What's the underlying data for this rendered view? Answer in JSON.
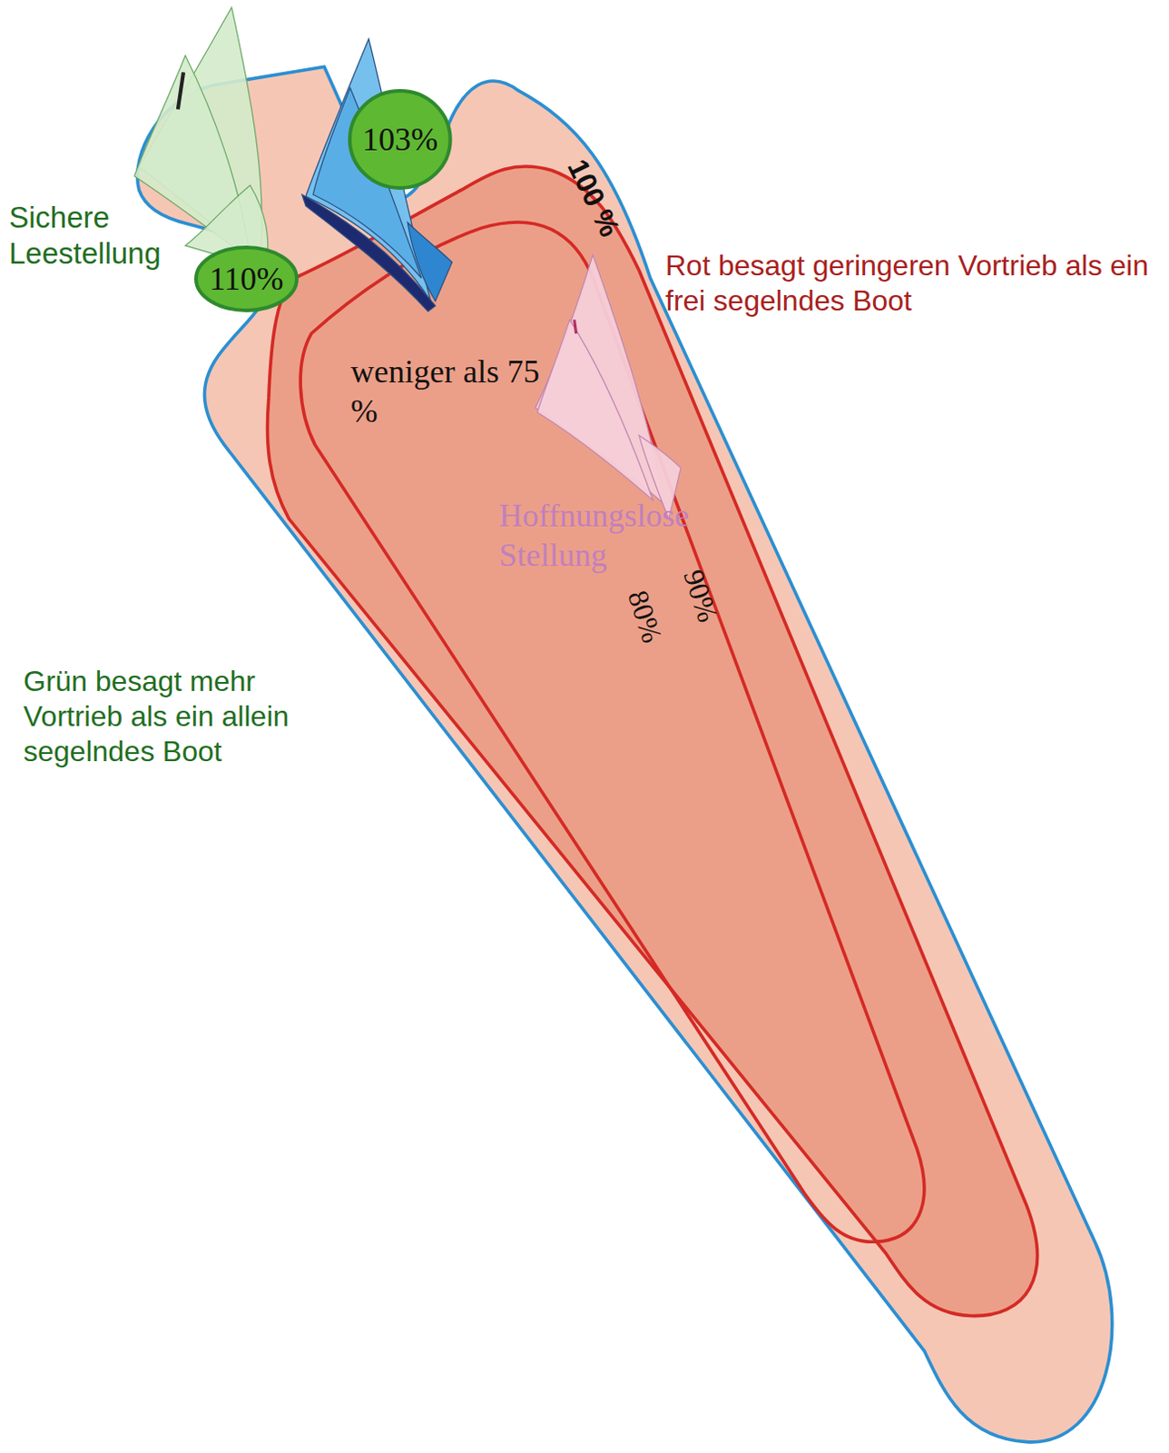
{
  "diagram": {
    "nodes": [
      {
        "text": [
          "103%"
        ]
      },
      {
        "text": [
          "110%"
        ]
      }
    ],
    "labels": [
      "Sichere Leestellung",
      "100 %",
      "Rot besagt geringeren Vortrieb als ein frei segelndes Boot",
      "weniger als 75 %",
      "Hoffnungslose Stellung",
      "90%",
      "80%",
      "Grün besagt mehr Vortrieb als ein allein segelndes Boot"
    ]
  }
}
